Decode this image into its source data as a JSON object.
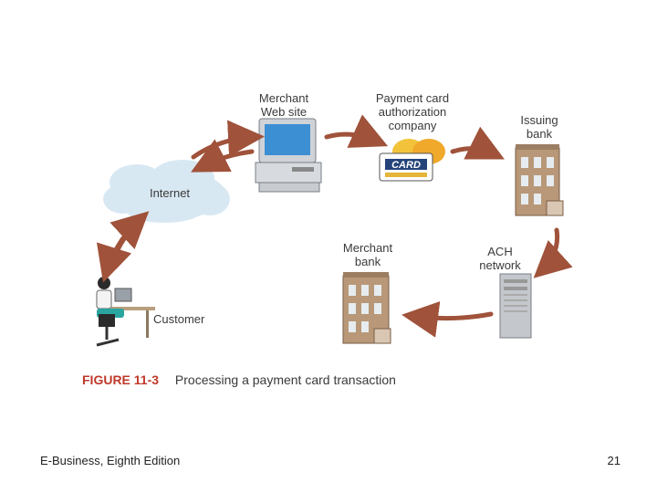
{
  "nodes": {
    "merchant_web_site": "Merchant\nWeb site",
    "payment_card_company": "Payment card\nauthorization\ncompany",
    "issuing_bank": "Issuing\nbank",
    "internet": "Internet",
    "merchant_bank": "Merchant\nbank",
    "ach_network": "ACH\nnetwork",
    "customer": "Customer"
  },
  "card_text": "CARD",
  "figure": {
    "number": "FIGURE 11-3",
    "title": "Processing a payment card transaction"
  },
  "footer": {
    "left": "E-Business, Eighth Edition",
    "right": "21"
  },
  "colors": {
    "arrow": "#a0523a",
    "cloud": "#d8e8f3",
    "figure_number": "#c0392b",
    "building": "#b89878"
  }
}
